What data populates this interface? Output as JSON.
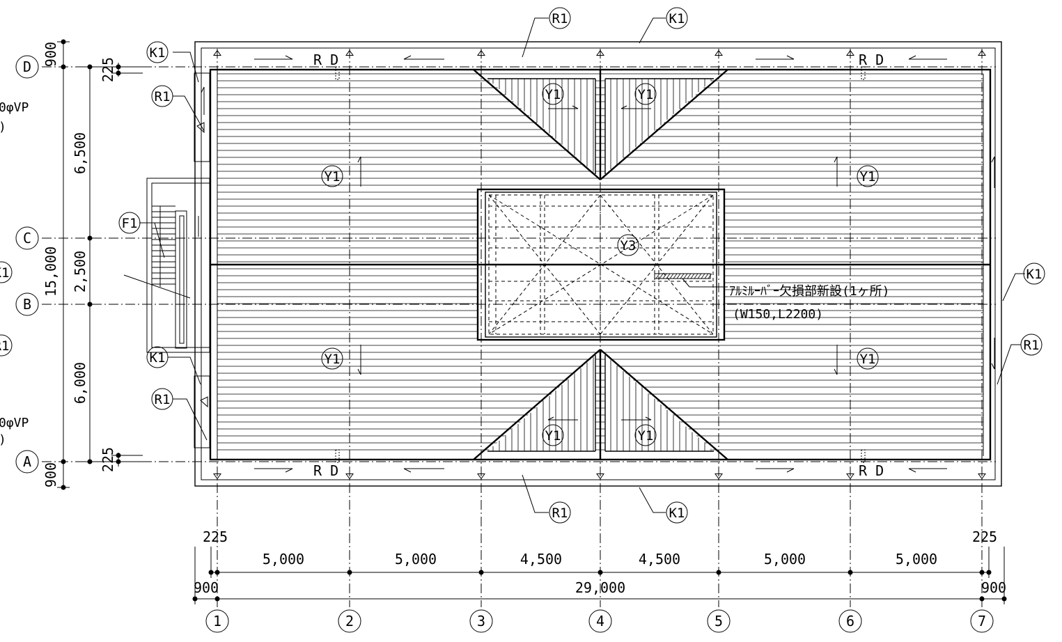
{
  "tags": {
    "k1": "K1",
    "r1": "R1",
    "y1": "Y1",
    "y3": "Y3",
    "f1": "F1"
  },
  "note": {
    "line1": "ｱﾙﾐﾙｰﾊﾞｰ欠損部新設(1ヶ所)",
    "line2": "(W150,L2200)"
  },
  "drain_label": "R D",
  "left_cut": {
    "pipe1": "0φVP",
    "paren1": ")",
    "pipe2": "0φVP",
    "paren2": ")"
  },
  "grid_columns": [
    "1",
    "2",
    "3",
    "4",
    "5",
    "6",
    "7"
  ],
  "grid_rows": [
    "D",
    "C",
    "B",
    "A"
  ],
  "dims_bottom": {
    "spans": [
      "5,000",
      "5,000",
      "4,500",
      "4,500",
      "5,000",
      "5,000"
    ],
    "total": "29,000",
    "offset_small": "225",
    "offset_large": "900"
  },
  "dims_left": {
    "spans": [
      "6,500",
      "2,500",
      "6,000"
    ],
    "total": "15,000",
    "offset_small": "225",
    "offset_large": "900"
  },
  "colors": {
    "line": "#000000",
    "background": "#ffffff"
  }
}
